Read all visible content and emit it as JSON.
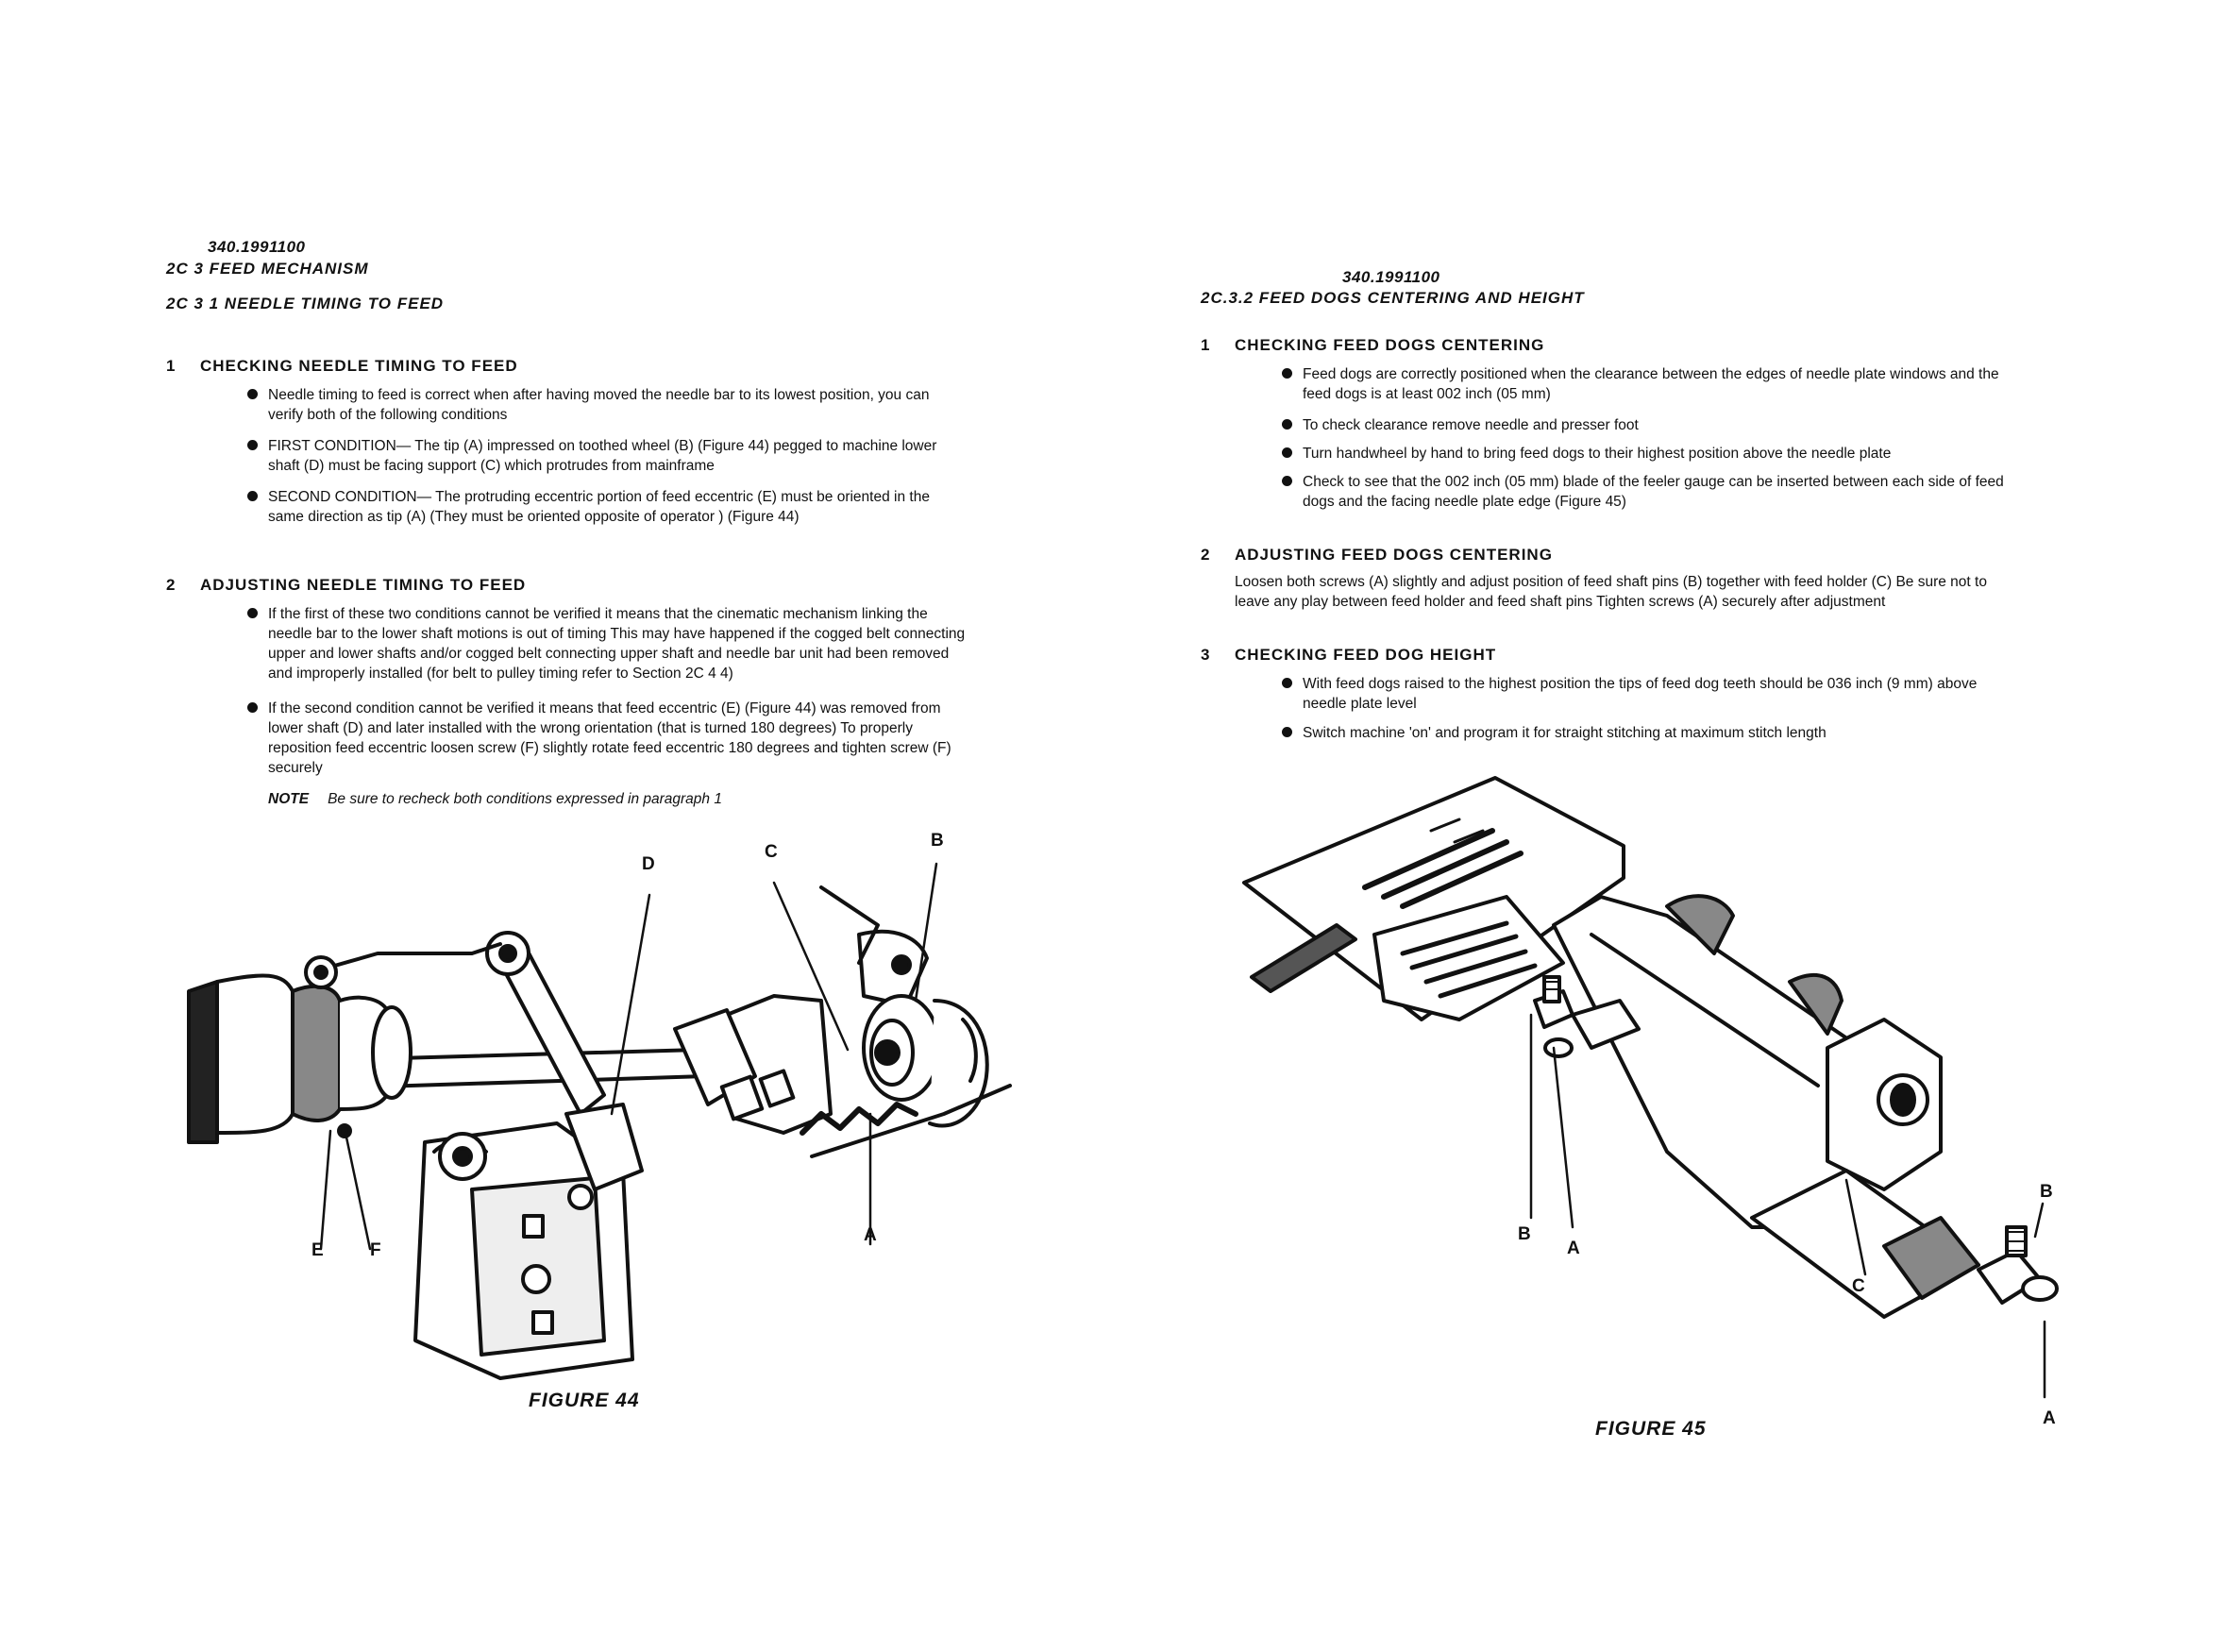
{
  "left_page": {
    "doc_number": "340.1991100",
    "section_title": "2C 3  FEED MECHANISM",
    "subsection_title": "2C 3 1  NEEDLE TIMING TO FEED",
    "sections": [
      {
        "num": "1",
        "heading": "CHECKING NEEDLE TIMING TO FEED",
        "bullets": [
          "Needle timing to feed is correct when after having moved the needle bar to its lowest position, you can verify both of the following conditions",
          "FIRST CONDITION— The tip (A) impressed on toothed wheel (B) (Figure 44) pegged to machine lower shaft (D) must be facing support (C) which protrudes from mainframe",
          "SECOND CONDITION— The protruding eccentric portion of feed eccentric (E) must be oriented in the same direction as tip (A) (They must be oriented opposite of operator ) (Figure 44)"
        ]
      },
      {
        "num": "2",
        "heading": "ADJUSTING NEEDLE TIMING TO FEED",
        "bullets": [
          "If the first of these two conditions cannot be verified it means that the cinematic mechanism linking the needle bar to the lower shaft motions is out of timing This may have happened if the cogged belt connecting upper and lower shafts and/or cogged belt connecting upper shaft and needle bar unit had been removed and improperly installed (for belt to pulley timing refer to Section 2C 4 4)",
          "If the second condition cannot be verified it means that feed eccentric (E) (Figure 44) was removed from lower shaft (D) and later installed with the wrong orientation (that is turned 180 degrees) To properly reposition feed eccentric loosen screw (F) slightly rotate feed eccentric 180 degrees and tighten screw (F) securely"
        ]
      }
    ],
    "note_label": "NOTE",
    "note_text": "Be sure to recheck both conditions expressed in paragraph 1",
    "figure_caption": "FIGURE 44",
    "callouts": {
      "a": "A",
      "b": "B",
      "c": "C",
      "d": "D",
      "e": "E",
      "f": "F"
    }
  },
  "right_page": {
    "doc_number": "340.1991100",
    "subsection_title": "2C.3.2  FEED DOGS CENTERING AND HEIGHT",
    "sections": [
      {
        "num": "1",
        "heading": "CHECKING FEED DOGS CENTERING",
        "bullets": [
          "Feed dogs are correctly positioned when the clearance between the edges of needle plate windows and the feed dogs is at least 002 inch (05 mm)",
          "To check clearance remove needle and presser foot",
          "Turn handwheel by hand to bring feed dogs to their highest position above the needle plate",
          "Check to see that the 002 inch (05 mm) blade of the feeler gauge can be inserted between each side of feed dogs and the facing needle plate edge (Figure 45)"
        ]
      },
      {
        "num": "2",
        "heading": "ADJUSTING FEED DOGS CENTERING",
        "text": "Loosen both screws (A) slightly and adjust position of feed shaft pins (B) together with feed holder (C) Be sure not to leave any play between feed holder and feed shaft pins Tighten screws (A) securely after adjustment"
      },
      {
        "num": "3",
        "heading": "CHECKING FEED DOG HEIGHT",
        "bullets": [
          "With feed dogs raised to the highest position the tips of feed dog teeth should be 036 inch (9 mm) above needle plate level",
          "Switch machine 'on' and program it for straight stitching at maximum stitch length"
        ]
      }
    ],
    "figure_caption": "FIGURE 45",
    "callouts": {
      "b1": "B",
      "a1": "A",
      "c": "C",
      "b2": "B",
      "a2": "A"
    }
  }
}
